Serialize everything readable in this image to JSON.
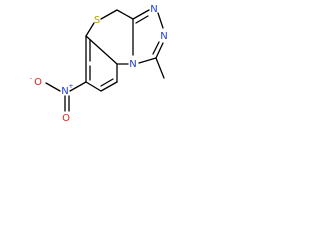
{
  "molecule": {
    "atoms": {
      "sulfur": {
        "label": "S",
        "color": "#b8a000"
      },
      "n_triazole_top": {
        "label": "N",
        "color": "#1f3fd6"
      },
      "n_triazole_right": {
        "label": "N",
        "color": "#1f3fd6"
      },
      "n_ring_fusion": {
        "label": "N",
        "color": "#1f3fd6"
      },
      "n_nitro": {
        "label": "N",
        "color": "#1f3fd6",
        "charge": "+"
      },
      "o_nitro_top": {
        "label": "O",
        "color": "#e0201a",
        "charge": "-"
      },
      "o_nitro_bottom": {
        "label": "O",
        "color": "#e0201a"
      }
    }
  }
}
